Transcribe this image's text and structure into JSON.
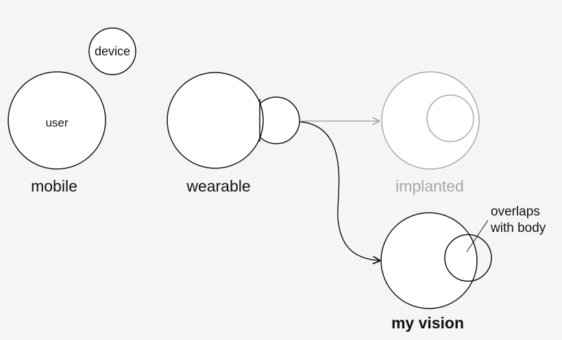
{
  "labels": {
    "device": "device",
    "user": "user",
    "mobile": "mobile",
    "wearable": "wearable",
    "implanted": "implanted",
    "annotation_line1": "overlaps",
    "annotation_line2": "with body",
    "my_vision": "my vision"
  },
  "colors": {
    "background": "#f5f5f5",
    "stroke": "#111111",
    "muted": "#a8a8a8"
  }
}
